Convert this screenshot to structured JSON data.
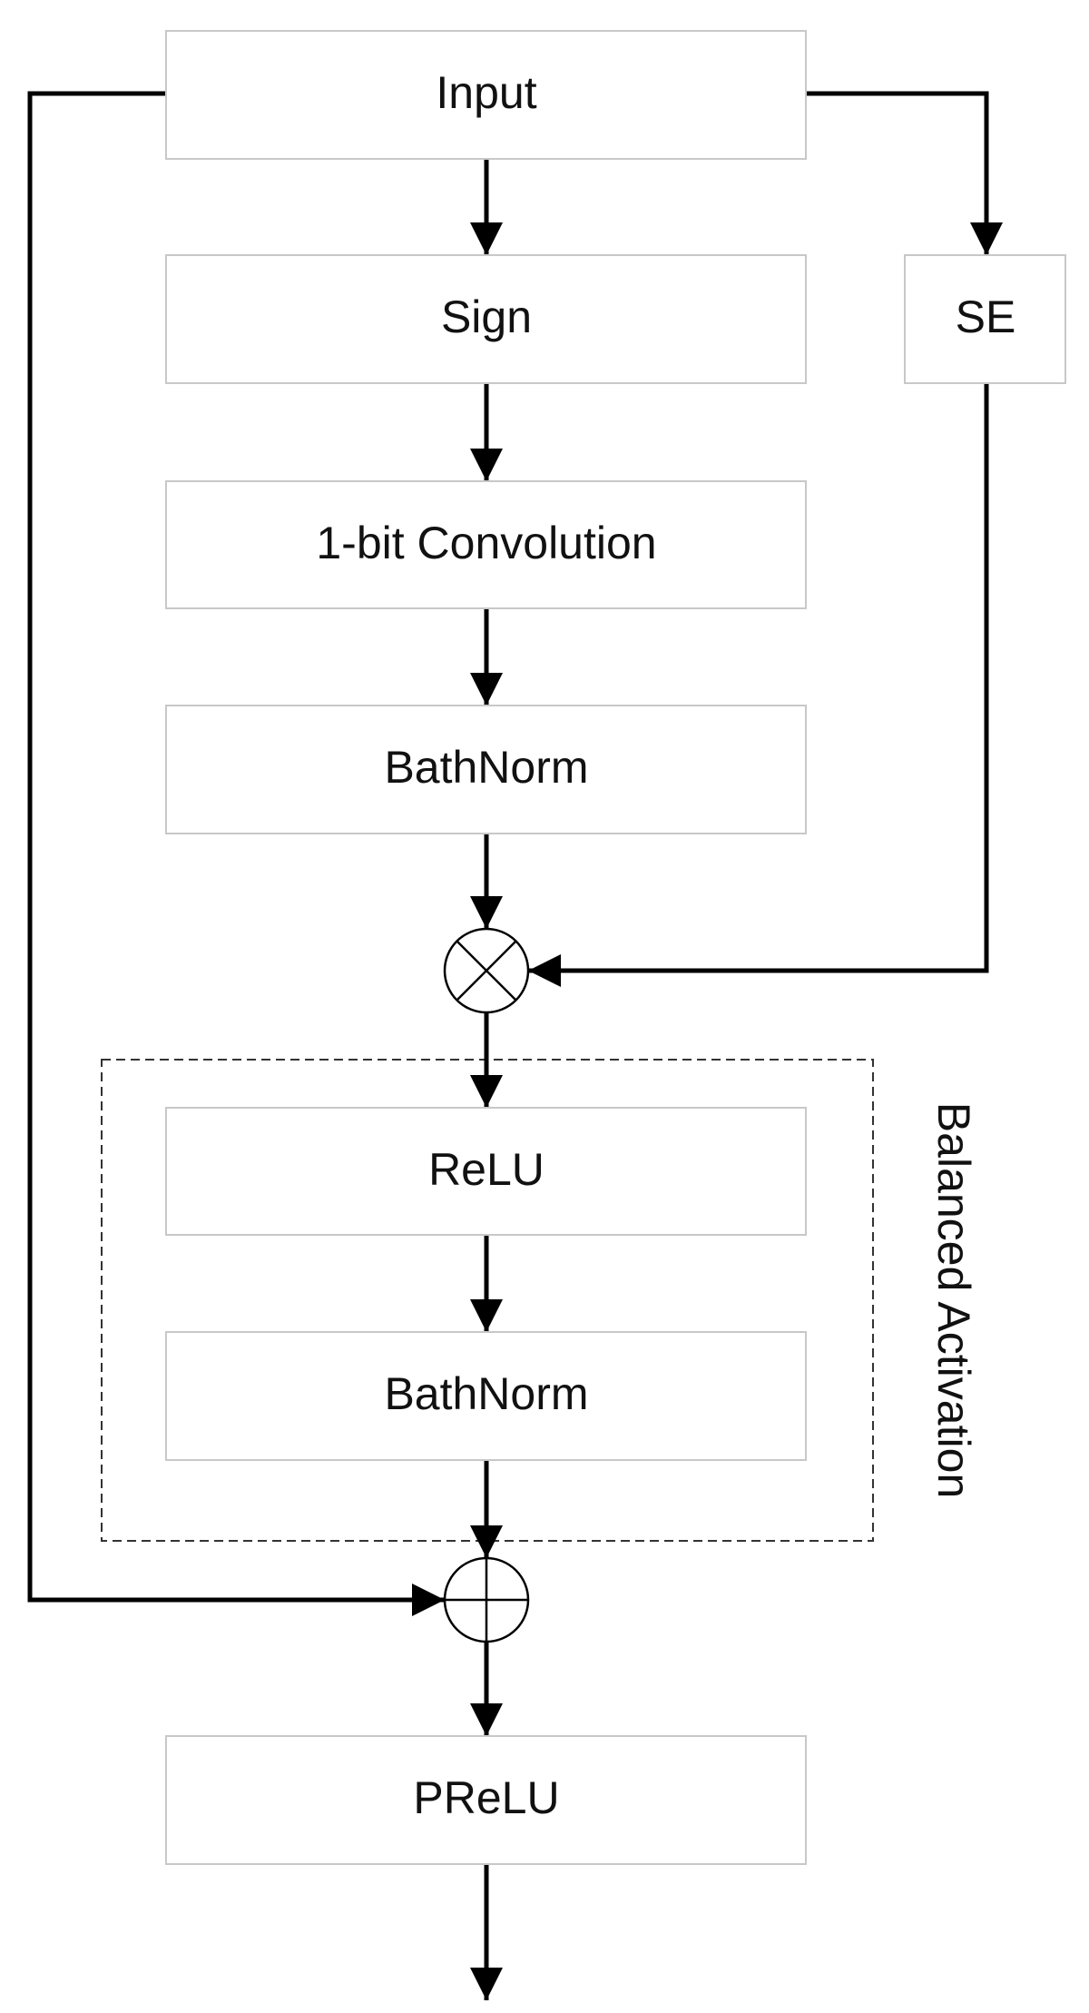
{
  "diagram": {
    "nodes": {
      "input": "Input",
      "se": "SE",
      "sign": "Sign",
      "conv": "1-bit Convolution",
      "bn1": "BathNorm",
      "relu": "ReLU",
      "bn2": "BathNorm",
      "prelu": "PReLU"
    },
    "operators": {
      "multiply": "multiply",
      "add": "add"
    },
    "group": {
      "label": "Balanced Activation"
    },
    "colors": {
      "line": "#000000",
      "box_border": "#c8c8c8",
      "text": "#111111"
    }
  }
}
